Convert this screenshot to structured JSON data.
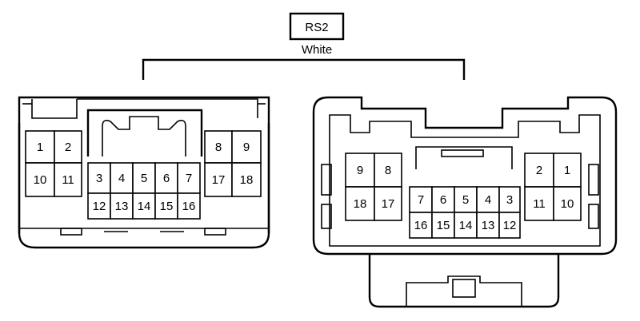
{
  "connector": {
    "name": "RS2",
    "color": "White"
  },
  "female_view": {
    "pins": [
      {
        "label": "1"
      },
      {
        "label": "2"
      },
      {
        "label": "8"
      },
      {
        "label": "9"
      },
      {
        "label": "10"
      },
      {
        "label": "11"
      },
      {
        "label": "17"
      },
      {
        "label": "18"
      },
      {
        "label": "3"
      },
      {
        "label": "4"
      },
      {
        "label": "5"
      },
      {
        "label": "6"
      },
      {
        "label": "7"
      },
      {
        "label": "12"
      },
      {
        "label": "13"
      },
      {
        "label": "14"
      },
      {
        "label": "15"
      },
      {
        "label": "16"
      }
    ]
  },
  "male_view": {
    "pins": [
      {
        "label": "9"
      },
      {
        "label": "8"
      },
      {
        "label": "18"
      },
      {
        "label": "17"
      },
      {
        "label": "2"
      },
      {
        "label": "1"
      },
      {
        "label": "11"
      },
      {
        "label": "10"
      },
      {
        "label": "7"
      },
      {
        "label": "6"
      },
      {
        "label": "5"
      },
      {
        "label": "4"
      },
      {
        "label": "3"
      },
      {
        "label": "16"
      },
      {
        "label": "15"
      },
      {
        "label": "14"
      },
      {
        "label": "13"
      },
      {
        "label": "12"
      }
    ]
  }
}
